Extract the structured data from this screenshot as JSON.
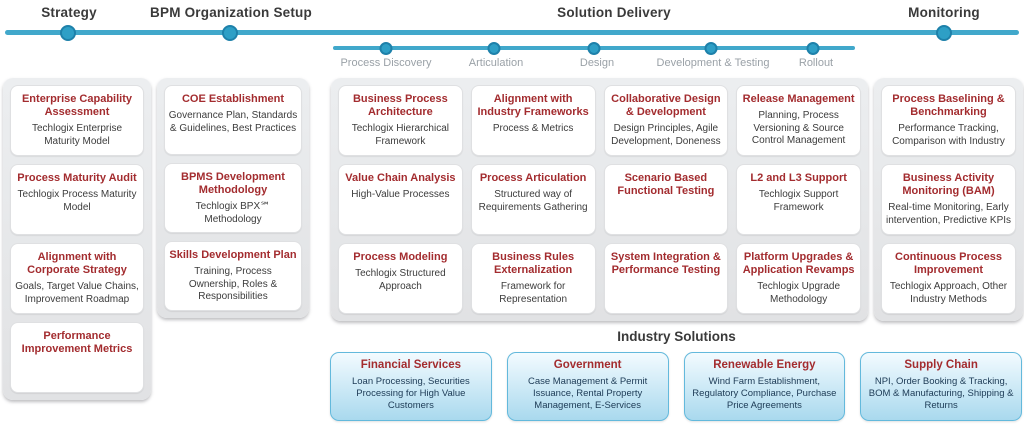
{
  "colors": {
    "timeline_blue": "#41a8cb",
    "dot_fill": "#2e9fc6",
    "dot_border": "#1e81aa",
    "title_red": "#a32c2f",
    "text_dark": "#3c3c3c",
    "subphase_gray": "#9aa1a7",
    "panel_gray": "#e5e6e8",
    "blue_card_top": "#f3fbff",
    "blue_card_bottom": "#a9d9ee",
    "blue_card_border": "#63b9dc",
    "blue_card_text": "#1c3a55"
  },
  "phases": {
    "strategy": "Strategy",
    "bpm": "BPM Organization Setup",
    "solution": "Solution Delivery",
    "monitoring": "Monitoring"
  },
  "subphases": [
    {
      "label": "Process Discovery"
    },
    {
      "label": "Articulation"
    },
    {
      "label": "Design"
    },
    {
      "label": "Development & Testing"
    },
    {
      "label": "Rollout"
    }
  ],
  "strategy_cards": [
    {
      "title": "Enterprise Capability Assessment",
      "subtitle": "Techlogix Enterprise Maturity Model"
    },
    {
      "title": "Process Maturity Audit",
      "subtitle": "Techlogix Process Maturity Model"
    },
    {
      "title": "Alignment with Corporate Strategy",
      "subtitle": "Goals, Target Value Chains, Improvement Roadmap"
    },
    {
      "title": "Performance Improvement Metrics",
      "subtitle": ""
    }
  ],
  "bpm_cards": [
    {
      "title": "COE Establishment",
      "subtitle": "Governance Plan, Standards & Guidelines, Best Practices"
    },
    {
      "title": "BPMS Development Methodology",
      "subtitle": "Techlogix BPX℠ Methodology"
    },
    {
      "title": "Skills Development Plan",
      "subtitle": "Training, Process Ownership, Roles & Responsibilities"
    }
  ],
  "solution_cards": [
    {
      "title": "Business Process Architecture",
      "subtitle": "Techlogix Hierarchical Framework"
    },
    {
      "title": "Alignment with Industry Frameworks",
      "subtitle": "Process & Metrics"
    },
    {
      "title": "Collaborative Design & Development",
      "subtitle": "Design Principles, Agile Development, Doneness"
    },
    {
      "title": "Release Management",
      "subtitle": "Planning, Process Versioning & Source Control Management"
    },
    {
      "title": "Value Chain Analysis",
      "subtitle": "High-Value Processes"
    },
    {
      "title": "Process Articulation",
      "subtitle": "Structured way of Requirements Gathering"
    },
    {
      "title": "Scenario Based Functional Testing",
      "subtitle": ""
    },
    {
      "title": "L2 and L3 Support",
      "subtitle": "Techlogix Support Framework"
    },
    {
      "title": "Process Modeling",
      "subtitle": "Techlogix Structured Approach"
    },
    {
      "title": "Business Rules Externalization",
      "subtitle": "Framework for Representation"
    },
    {
      "title": "System Integration & Performance Testing",
      "subtitle": ""
    },
    {
      "title": "Platform Upgrades & Application Revamps",
      "subtitle": "Techlogix Upgrade Methodology"
    }
  ],
  "monitoring_cards": [
    {
      "title": "Process Baselining & Benchmarking",
      "subtitle": "Performance Tracking, Comparison with Industry"
    },
    {
      "title": "Business Activity Monitoring (BAM)",
      "subtitle": "Real-time Monitoring, Early intervention, Predictive KPIs"
    },
    {
      "title": "Continuous Process Improvement",
      "subtitle": "Techlogix Approach, Other Industry Methods"
    }
  ],
  "industry": {
    "heading": "Industry Solutions",
    "cards": [
      {
        "title": "Financial Services",
        "subtitle": "Loan Processing, Securities Processing for High Value Customers"
      },
      {
        "title": "Government",
        "subtitle": "Case Management & Permit Issuance, Rental Property Management, E-Services"
      },
      {
        "title": "Renewable Energy",
        "subtitle": "Wind Farm Establishment, Regulatory Compliance, Purchase Price Agreements"
      },
      {
        "title": "Supply Chain",
        "subtitle": "NPI, Order Booking & Tracking, BOM & Manufacturing, Shipping & Returns"
      }
    ]
  }
}
